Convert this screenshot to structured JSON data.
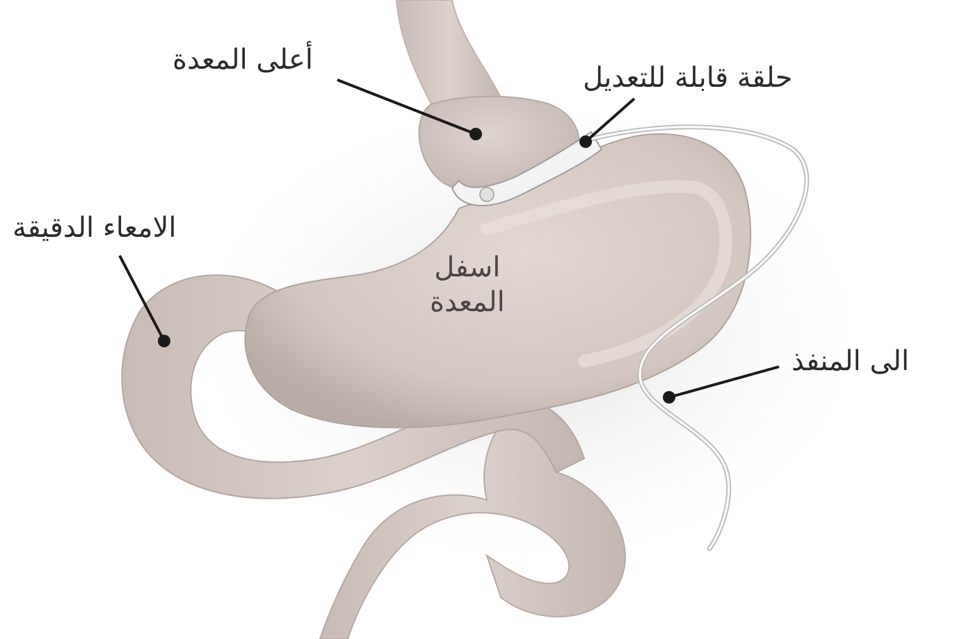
{
  "labels": {
    "upper_stomach": "أعلى المعدة",
    "adjustable_band": "حلقة قابلة للتعديل",
    "small_intestine": "الامعاء الدقيقة",
    "to_port": "الى المنفذ",
    "lower_stomach_line1": "اسفل",
    "lower_stomach_line2": "المعدة"
  },
  "colors": {
    "background": "#ffffff",
    "tissue": "#d8cbc6",
    "tissue_shadow": "#b8aaa5",
    "tissue_highlight": "#e6dbd7",
    "band": "#f2f2f2",
    "leader_line": "#1a1a1a"
  }
}
